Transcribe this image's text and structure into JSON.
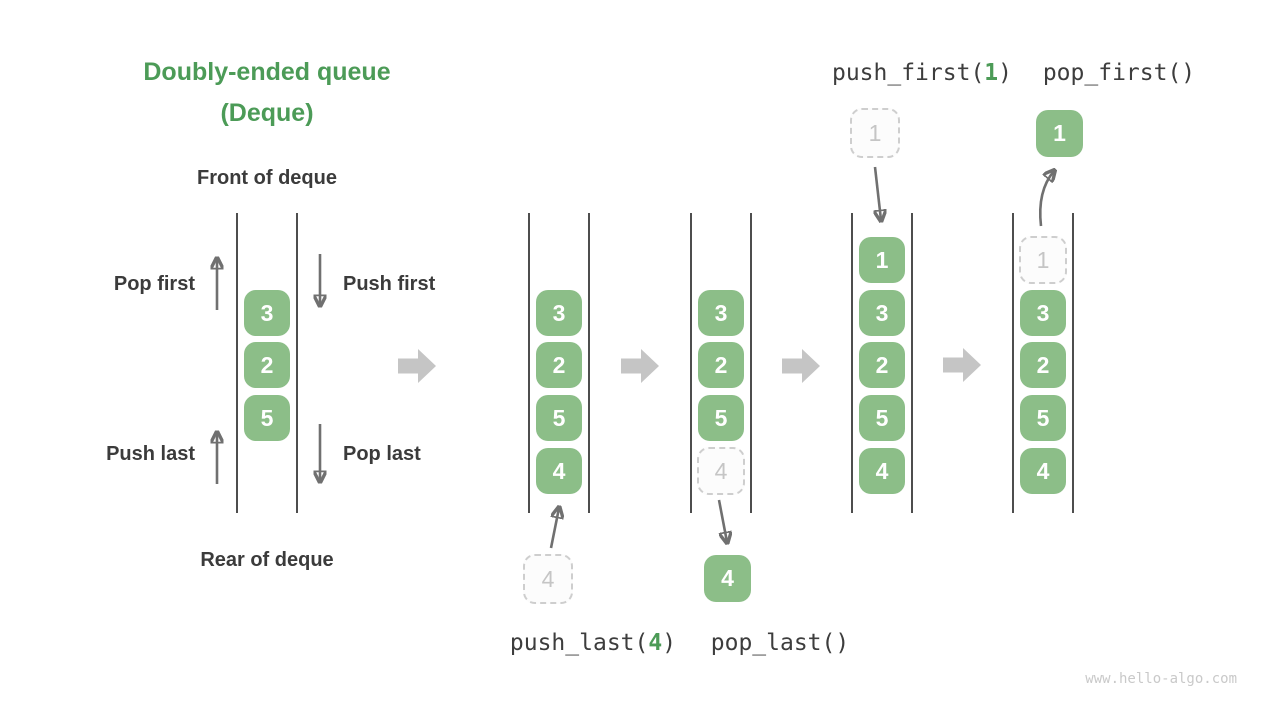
{
  "title": {
    "line1": "Doubly-ended queue",
    "line2": "(Deque)"
  },
  "labels": {
    "front": "Front of deque",
    "rear": "Rear of deque",
    "pop_first": "Pop first",
    "push_first": "Push first",
    "push_last": "Push last",
    "pop_last": "Pop last"
  },
  "operations": {
    "push_first": {
      "prefix": "push_first(",
      "arg": "1",
      "suffix": ")"
    },
    "pop_first": {
      "text": "pop_first()"
    },
    "push_last": {
      "prefix": "push_last(",
      "arg": "4",
      "suffix": ")"
    },
    "pop_last": {
      "text": "pop_last()"
    }
  },
  "deques": [
    {
      "cells": [
        {
          "value": "3"
        },
        {
          "value": "2"
        },
        {
          "value": "5"
        }
      ]
    },
    {
      "cells": [
        {
          "value": "3"
        },
        {
          "value": "2"
        },
        {
          "value": "5"
        },
        {
          "value": "4"
        }
      ]
    },
    {
      "cells": [
        {
          "value": "3"
        },
        {
          "value": "2"
        },
        {
          "value": "5"
        },
        {
          "value": "4",
          "ghost": true
        }
      ]
    },
    {
      "cells": [
        {
          "value": "1"
        },
        {
          "value": "3"
        },
        {
          "value": "2"
        },
        {
          "value": "5"
        },
        {
          "value": "4"
        }
      ]
    },
    {
      "cells": [
        {
          "value": "1",
          "ghost": true
        },
        {
          "value": "3"
        },
        {
          "value": "2"
        },
        {
          "value": "5"
        },
        {
          "value": "4"
        }
      ]
    }
  ],
  "floating": {
    "push_last_in": {
      "value": "4"
    },
    "pop_last_out": {
      "value": "4"
    },
    "push_first_in": {
      "value": "1"
    },
    "pop_first_out": {
      "value": "1"
    }
  },
  "icons": {
    "step_arrow": "right-block-arrow",
    "small_arrows": [
      "up-arrow",
      "down-arrow",
      "curved-up-arrow"
    ]
  },
  "colors": {
    "accent_green": "#4c9b57",
    "cell_green": "#8cbe88",
    "text_dark": "#3b3b3b",
    "small_arrow_gray": "#707070",
    "step_arrow_gray": "#c5c5c5",
    "ghost_border": "#cecece",
    "ghost_text": "#c5c5c5",
    "wall_gray": "#4e4e4e",
    "watermark_gray": "#c9c9c9"
  },
  "watermark": "www.hello-algo.com"
}
